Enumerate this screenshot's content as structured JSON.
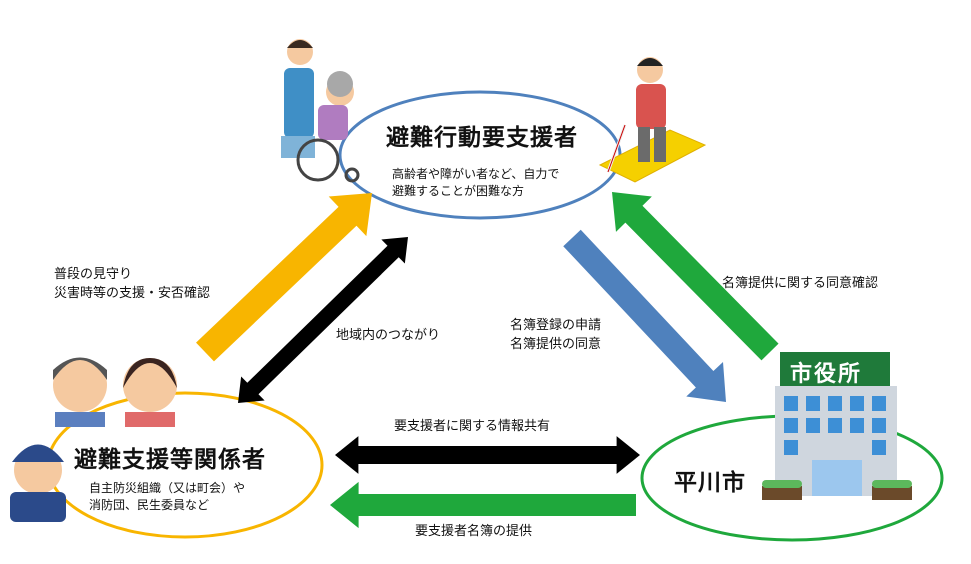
{
  "nodes": {
    "target": {
      "title": "避難行動要支援者",
      "desc": [
        "高齢者や障がい者など、自力で",
        "避難することが困難な方"
      ]
    },
    "supporters": {
      "title": "避難支援等関係者",
      "desc": [
        "自主防災組織（又は町会）や",
        "消防団、民生委員など"
      ]
    },
    "city": {
      "title": "平川市",
      "building_sign": "市役所"
    }
  },
  "edges": {
    "yellow": [
      "普段の見守り",
      "災害時等の支援・安否確認"
    ],
    "community": "地域内のつながり",
    "blue": [
      "名簿登録の申請",
      "名簿提供の同意"
    ],
    "green_up": "名簿提供に関する同意確認",
    "info_share": "要支援者に関する情報共有",
    "list_provide": "要支援者名簿の提供"
  },
  "colors": {
    "blue": "#4f81bd",
    "yellow": "#f8b500",
    "green": "#1fa83c",
    "black": "#000000"
  }
}
